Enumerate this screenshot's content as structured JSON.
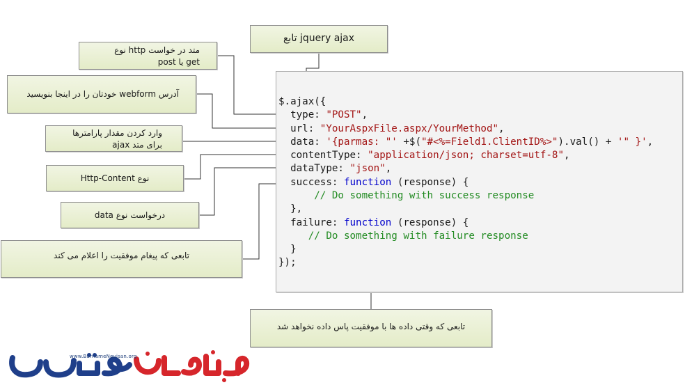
{
  "title_callout": {
    "text": "jquery ajax تابع"
  },
  "callouts": {
    "method": {
      "line1": "متد در خواست http نوع",
      "line2": "get یا post"
    },
    "url": {
      "line1": "آدرس webform خودتان را در اینجا بنویسید"
    },
    "params": {
      "line1": "وارد کردن مقدار پارامترها",
      "line2": "برای متد ajax"
    },
    "content_type": {
      "line1": "نوع Http-Content"
    },
    "data_type": {
      "line1": "درخواست نوع data"
    },
    "success": {
      "line1": "تابعی که پیغام موفقیت را اعلام می کند"
    },
    "failure": {
      "line1": "تابعی که وقتی داده ها با موفقیت پاس داده نخواهد شد"
    }
  },
  "code": {
    "l1": "$.ajax({",
    "l2_key": "  type: ",
    "l2_val": "\"POST\"",
    "l2_end": ",",
    "l3_key": "  url: ",
    "l3_val": "\"YourAspxFile.aspx/YourMethod\"",
    "l3_end": ",",
    "l4_key": "  data: ",
    "l4_a": "'{parmas: \"'",
    "l4_b": " +$(",
    "l4_c": "\"#<%=Field1.ClientID%>\"",
    "l4_d": ").val() + ",
    "l4_e": "'\" }'",
    "l4_end": ",",
    "l5_key": "  contentType: ",
    "l5_val": "\"application/json; charset=utf-8\"",
    "l5_end": ",",
    "l6_key": "  dataType: ",
    "l6_val": "\"json\"",
    "l6_end": ",",
    "l7_key": "  success: ",
    "l7_kw": "function",
    "l7_end": " (response) {",
    "l8": "      // Do something with success response",
    "l9": "  },",
    "l10_key": "  failure: ",
    "l10_kw": "function",
    "l10_end": " (response) {",
    "l11": "     // Do something with failure response",
    "l12": "  }",
    "l13": "});"
  },
  "logo": {
    "site": "www.BarnameNevisan.org",
    "text": "برنامه نویسان"
  },
  "colors": {
    "callout_bg": "#e8eed2",
    "string": "#a31515",
    "keyword": "#0000cc",
    "comment": "#228b22",
    "logo_blue": "#1f3f8a",
    "logo_red": "#d6262b"
  }
}
